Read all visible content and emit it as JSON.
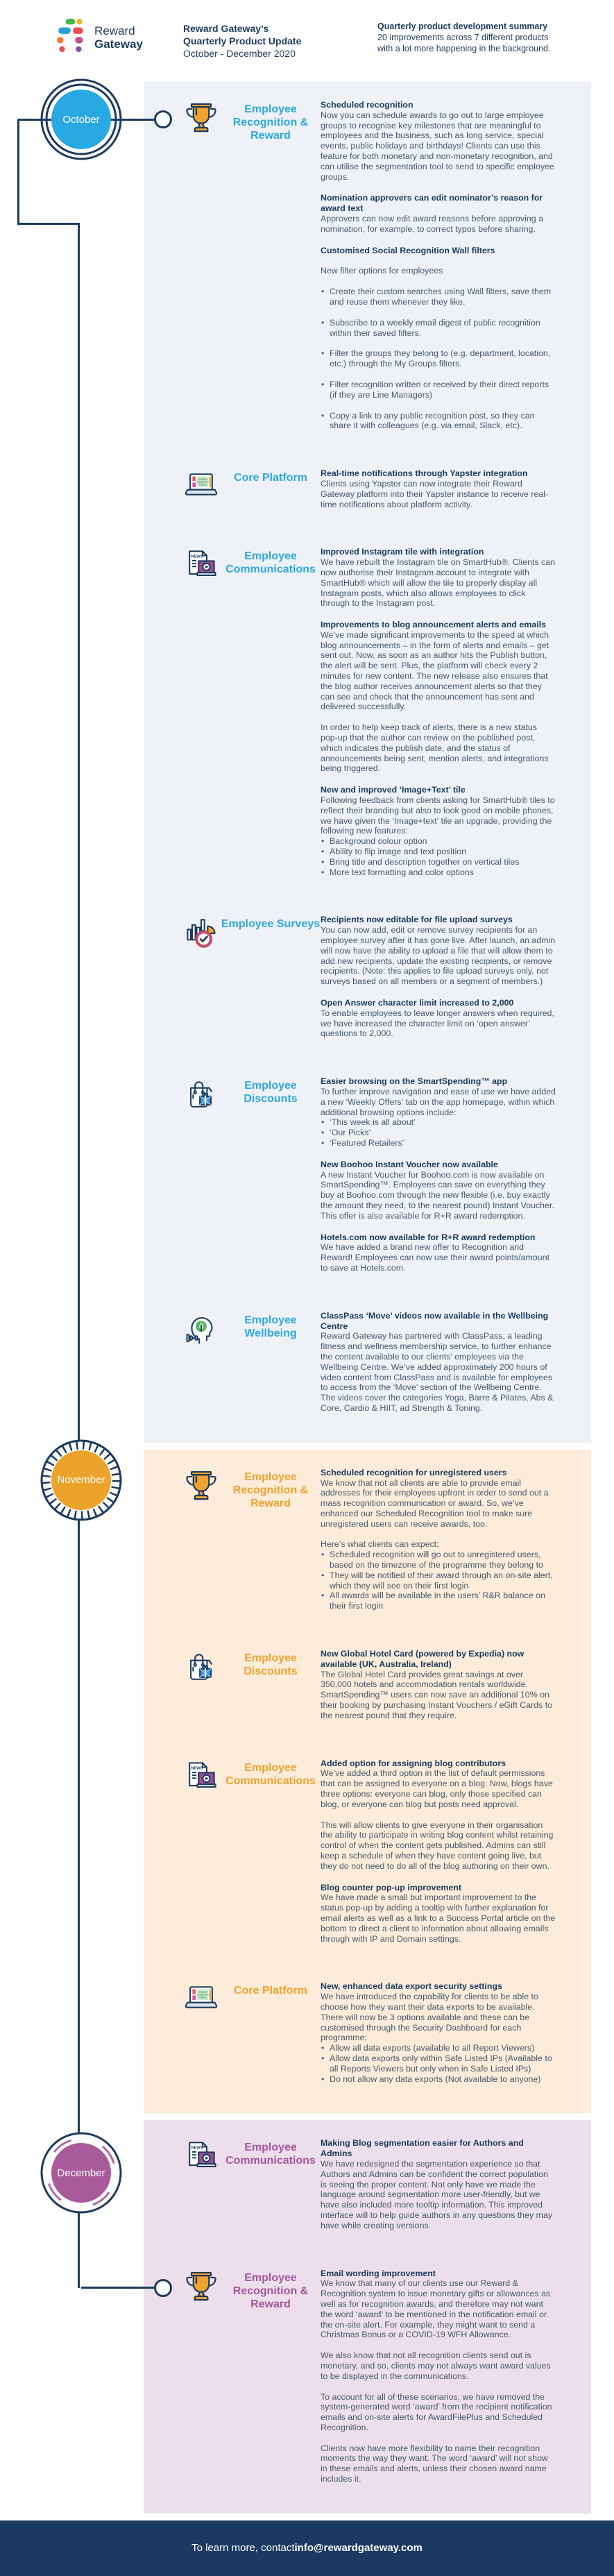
{
  "header": {
    "logo": {
      "line1": "Reward",
      "line2": "Gateway"
    },
    "title_line1": "Reward Gateway’s",
    "title_line2": "Quarterly Product Update",
    "title_line3": "October - December 2020",
    "summary_title": "Quarterly product development summary",
    "summary_body": "20 improvements across 7 different products with a lot more happening in the background."
  },
  "footer": {
    "text": "To learn more, contact ",
    "email": "info@rewardgateway.com"
  },
  "colors": {
    "navy": "#1b3a5e",
    "body_text": "#46586e",
    "october_accent": "#2ea7e0",
    "november_accent": "#f0a22e",
    "december_accent": "#a4559e",
    "october_panel": "#eef2f6",
    "november_panel": "#fcecd9",
    "december_panel": "#ecdfeb",
    "footer_bg": "#1a3a61"
  },
  "months": [
    {
      "name": "October",
      "accent": "#2ea7e0",
      "badge_fill": "#29a9e1",
      "panel_bg": "#eef2f6",
      "sections": [
        {
          "icon": "trophy-icon",
          "category": "Employee Recognition & Reward",
          "items": [
            {
              "heading": "Scheduled recognition",
              "blocks": [
                {
                  "type": "p",
                  "gap": false,
                  "text": "Now you can schedule awards to go out to large employee groups to recognise key milestones that are meaningful to employees and the business, such as long service, special events, public holidays and birthdays! Clients can use this feature for both monetary and non-monetary recognition, and can utilise the segmentation tool to send to specific employee groups."
                }
              ]
            },
            {
              "heading": "Nomination approvers can edit nominator’s reason for award text",
              "blocks": [
                {
                  "type": "p",
                  "gap": false,
                  "text": "Approvers can now edit award reasons before approving a nomination, for example, to correct typos before sharing."
                }
              ]
            },
            {
              "heading": "Customised Social Recognition Wall filters",
              "blocks": [
                {
                  "type": "p",
                  "gap": true,
                  "text": "New filter options for employees"
                },
                {
                  "type": "ul",
                  "gap": true,
                  "spaced": true,
                  "items": [
                    "Create their custom searches using Wall filters, save them and reuse them whenever they like.",
                    "Subscribe to a weekly email digest of public recognition within their saved filters.",
                    "Filter the groups they belong to (e.g. department, location, etc.) through the My Groups filters.",
                    "Filter recognition written or received by their direct reports (if they are Line Managers)",
                    "Copy a link to any public recognition post, so they can share it with colleagues (e.g. via email, Slack, etc)."
                  ]
                }
              ]
            }
          ]
        },
        {
          "icon": "laptop-icon",
          "category": "Core Platform",
          "items": [
            {
              "heading": "Real-time notifications through Yapster integration",
              "blocks": [
                {
                  "type": "p",
                  "gap": false,
                  "text": "Clients using Yapster can now integrate their Reward Gateway platform into their Yapster instance to receive real-time notifications about platform activity."
                }
              ]
            }
          ]
        },
        {
          "icon": "news-icon",
          "category": "Employee Communications",
          "items": [
            {
              "heading": "Improved Instagram tile with integration",
              "blocks": [
                {
                  "type": "p",
                  "gap": false,
                  "text": "We have rebuilt the Instagram tile on SmartHub®. Clients can now authorise their Instagram account to integrate with SmartHub® which will allow the tile to properly display all Instagram posts, which also allows employees to click through to the Instagram post."
                }
              ]
            },
            {
              "heading": "Improvements to blog announcement alerts and emails",
              "blocks": [
                {
                  "type": "p",
                  "gap": false,
                  "text": "We’ve made significant improvements to the speed at which blog announcements – in the form of alerts and emails – get sent out. Now, as soon as an author hits the Publish button, the alert will be sent. Plus, the platform will check every 2 minutes for new content. The new release also ensures that the blog author receives announcement alerts so that they can see and check that the announcement has sent and delivered successfully."
                },
                {
                  "type": "p",
                  "gap": true,
                  "text": "In order to help keep track of alerts, there is a new status pop-up that the author can review on the published post, which indicates the publish date, and the status of announcements being sent, mention alerts, and integrations being triggered."
                }
              ]
            },
            {
              "heading": "New and improved ‘Image+Text’ tile",
              "blocks": [
                {
                  "type": "p",
                  "gap": false,
                  "text": "Following feedback from clients asking for SmartHub® tiles to reflect their branding but also to look good on mobile phones, we have given the ‘Image+text’ tile an upgrade, providing the following new features:"
                },
                {
                  "type": "ul",
                  "gap": false,
                  "spaced": false,
                  "items": [
                    "Background colour option",
                    "Ability to flip image and text position",
                    "Bring title and description together on vertical tiles",
                    "More text formatting and color options"
                  ]
                }
              ]
            }
          ]
        },
        {
          "icon": "chart-icon",
          "category": "Employee Surveys",
          "items": [
            {
              "heading": "Recipients now editable for file upload surveys",
              "blocks": [
                {
                  "type": "p",
                  "gap": false,
                  "text": "You can now add, edit or remove survey recipients for an employee survey after it has gone live. After launch, an admin will now have the ability to upload a file that will allow them to add new recipients, update the existing recipients, or remove recipients. (Note: this applies to file upload surveys only, not surveys based on all members or a segment of members.)"
                }
              ]
            },
            {
              "heading": "Open Answer character limit increased to 2,000",
              "blocks": [
                {
                  "type": "p",
                  "gap": false,
                  "text": "To enable employees to leave longer answers when required, we have increased the character limit on ‘open answer’ questions to 2,000."
                }
              ]
            }
          ]
        },
        {
          "icon": "bag-icon",
          "category": "Employee Discounts",
          "items": [
            {
              "heading": "Easier browsing on the SmartSpending™ app",
              "blocks": [
                {
                  "type": "p",
                  "gap": false,
                  "text": "To further improve navigation and ease of use we have added a new ‘Weekly Offers’ tab on the app homepage, within which additional browsing options include:"
                },
                {
                  "type": "ul",
                  "gap": false,
                  "spaced": false,
                  "items": [
                    "‘This week is all about’",
                    "‘Our Picks’",
                    "‘Featured Retailers’"
                  ]
                }
              ]
            },
            {
              "heading": "New Boohoo Instant Voucher now available",
              "blocks": [
                {
                  "type": "p",
                  "gap": false,
                  "text": "A new Instant Voucher for Boohoo.com is now available on SmartSpending™. Employees can save on everything they buy at Boohoo.com through the new flexible (i.e. buy exactly the amount they need, to the nearest pound) Instant Voucher. This offer is also available for R+R award redemption."
                }
              ]
            },
            {
              "heading": "Hotels.com now available for R+R award redemption",
              "blocks": [
                {
                  "type": "p",
                  "gap": false,
                  "text": "We have added a brand new offer to Recognition and Reward! Employees can now use their award points/amount to save at Hotels.com."
                }
              ]
            }
          ]
        },
        {
          "icon": "wellbeing-icon",
          "category": "Employee Wellbeing",
          "items": [
            {
              "heading": "ClassPass ‘Move’ videos now available in the Wellbeing Centre",
              "blocks": [
                {
                  "type": "p",
                  "gap": false,
                  "text": "Reward Gateway has partnered with ClassPass, a leading fitness and wellness membership service, to further enhance the content available to our clients’ employees via the Wellbeing Centre. We’ve added approximately 200 hours of video content from ClassPass and is available for employees to access from the ‘Move’ section of the Wellbeing Centre. The videos cover the categories Yoga, Barre & Pilates, Abs & Core, Cardio & HIIT, ad Strength & Toning."
                }
              ]
            }
          ]
        }
      ]
    },
    {
      "name": "November",
      "accent": "#f0a22e",
      "badge_fill": "#eba32b",
      "panel_bg": "#fcecd9",
      "sections": [
        {
          "icon": "trophy-icon",
          "category": "Employee Recognition & Reward",
          "items": [
            {
              "heading": "Scheduled recognition for unregistered users",
              "blocks": [
                {
                  "type": "p",
                  "gap": false,
                  "text": "We know that not all clients are able to provide email addresses for their employees upfront in order to send out a mass recognition communication or award. So, we’ve enhanced our Scheduled Recognition tool to make sure unregistered users can receive awards, too."
                },
                {
                  "type": "p",
                  "gap": true,
                  "text": "Here’s what clients can expect:"
                },
                {
                  "type": "ul",
                  "gap": false,
                  "spaced": false,
                  "items": [
                    "Scheduled recognition will go out to unregistered users, based on the timezone of the programme they belong to",
                    "They will be notified of their award through an on-site alert, which they will see on their first login",
                    "All awards will be available in the users’ R&R balance on their first login"
                  ]
                }
              ]
            }
          ]
        },
        {
          "icon": "bag-icon",
          "category": "Employee Discounts",
          "items": [
            {
              "heading": "New Global Hotel Card (powered by Expedia) now available (UK, Australia, Ireland)",
              "blocks": [
                {
                  "type": "p",
                  "gap": false,
                  "text": "The Global Hotel Card provides great savings at over 350,000 hotels and accommodation rentals worldwide. SmartSpending™ users can now save an additional 10% on their booking by purchasing Instant Vouchers / eGift Cards to the nearest pound that they require."
                }
              ]
            }
          ]
        },
        {
          "icon": "news-icon",
          "category": "Employee Communications",
          "items": [
            {
              "heading": "Added option for assigning blog contributors",
              "blocks": [
                {
                  "type": "p",
                  "gap": false,
                  "text": "We’ve added a third option in the list of default permissions that can be assigned to everyone on a blog. Now, blogs have three options: everyone can blog, only those specified can blog, or everyone can blog but posts need approval."
                },
                {
                  "type": "p",
                  "gap": true,
                  "text": "This will allow clients to give everyone in their organisation the ability to participate in writing blog content whilst retaining control of when the content gets published. Admins can still keep a schedule of when they have content going live, but they do not need to do all of the blog authoring on their own."
                }
              ]
            },
            {
              "heading": "Blog counter pop-up improvement",
              "blocks": [
                {
                  "type": "p",
                  "gap": false,
                  "text": "We have made a small but important improvement to the status pop-up by adding a tooltip with further explanation for email alerts as well as a link to a Success Portal article on the bottom to direct a client to information about allowing emails through with IP and Domain settings."
                }
              ]
            }
          ]
        },
        {
          "icon": "laptop-icon",
          "category": "Core Platform",
          "items": [
            {
              "heading": "New, enhanced data export security settings",
              "blocks": [
                {
                  "type": "p",
                  "gap": false,
                  "text": "We have introduced the capability for clients to be able to choose how they want their data exports to be available. There will now be 3 options available and these can be customised through the Security Dashboard for each programme:"
                },
                {
                  "type": "ul",
                  "gap": false,
                  "spaced": false,
                  "items": [
                    "Allow all data exports (available to all Report Viewers)",
                    "Allow data exports only within Safe Listed IPs (Available to all Reports Viewers but only when in Safe Listed IPs)",
                    "Do not allow any data exports (Not available to anyone)"
                  ]
                }
              ]
            }
          ]
        }
      ]
    },
    {
      "name": "December",
      "accent": "#a4559e",
      "badge_fill": "#a85a9b",
      "panel_bg": "#ecdfeb",
      "sections": [
        {
          "icon": "news-icon",
          "category": "Employee Communications",
          "items": [
            {
              "heading": "Making Blog segmentation easier for Authors and Admins",
              "blocks": [
                {
                  "type": "p",
                  "gap": false,
                  "text": "We have redesigned the segmentation experience so that Authors and Admins can be confident the correct population is seeing the proper content. Not only have we made the language around segmentation more user-friendly, but we have also included more tooltip information. This improved interface will to help guide authors in any questions they may have while creating versions."
                }
              ]
            }
          ]
        },
        {
          "icon": "trophy-icon",
          "category": "Employee Recognition & Reward",
          "items": [
            {
              "heading": "Email wording improvement",
              "blocks": [
                {
                  "type": "p",
                  "gap": false,
                  "text": "We know that many of our clients use our Reward & Recognition system to issue monetary gifts or allowances as well as for recognition awards, and therefore may not want the word ‘award’ to be mentioned in the notification email or the on-site alert. For example, they might want to send a Christmas Bonus or a COVID-19 WFH Allowance."
                },
                {
                  "type": "p",
                  "gap": true,
                  "text": "We also know that not all recognition clients send out is monetary, and so, clients may not always want award values to be displayed in the communications."
                },
                {
                  "type": "p",
                  "gap": true,
                  "text": "To account for all of these scenarios, we have removed the system-generated word ‘award’ from the recipient notification emails and on-site alerts for AwardFilePlus and Scheduled Recognition."
                },
                {
                  "type": "p",
                  "gap": true,
                  "text": "Clients now have more flexibility to name their recognition moments the way they want. The word ‘award’ will not show in these emails and alerts, unless their chosen award name includes it."
                }
              ]
            }
          ]
        }
      ]
    }
  ]
}
